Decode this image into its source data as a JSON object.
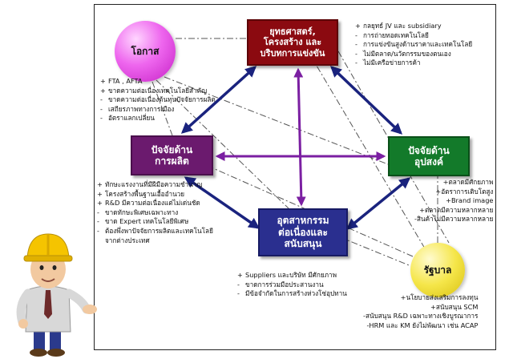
{
  "colors": {
    "strategy": "#8b0a10",
    "production": "#6b1a6e",
    "demand": "#137a2a",
    "industry": "#2a2f8f",
    "opportunity": "#e04fe0",
    "government": "#f2e23a",
    "arrow_blue": "#1a237e",
    "arrow_purple": "#7b1fa2"
  },
  "boxes": {
    "strategy": {
      "line1": "ยุทธศาสตร์,",
      "line2": "โครงสร้าง และ",
      "line3": "บริบทการแข่งขัน"
    },
    "production": {
      "line1": "ปัจจัยด้าน",
      "line2": "การผลิต"
    },
    "demand": {
      "line1": "ปัจจัยด้าน",
      "line2": "อุปสงค์"
    },
    "industry": {
      "line1": "อุตสาหกรรม",
      "line2": "ต่อเนื่องและ",
      "line3": "สนับสนุน"
    }
  },
  "circles": {
    "opportunity": "โอกาส",
    "government": "รัฐบาล"
  },
  "lists": {
    "strategy": [
      {
        "bullet": "+",
        "text": "กลยุทธ์ JV และ subsidiary"
      },
      {
        "bullet": "-",
        "text": "การถ่ายทอดเทคโนโลยี"
      },
      {
        "bullet": "-",
        "text": "การแข่งขันสูงด้านราคาและเทคโนโลยี"
      },
      {
        "bullet": "-",
        "text": "ไม่มีตลาด/นวัตกรรมของตนเอง"
      },
      {
        "bullet": "-",
        "text": "ไม่มีเครือข่ายการค้า"
      }
    ],
    "opportunity": [
      {
        "bullet": "+",
        "text": "FTA , AFTA"
      },
      {
        "bullet": "+",
        "text": "ขาดความต่อเนื่องเทคโนโลยีสำคัญ"
      },
      {
        "bullet": "-",
        "text": "ขาดความต่อเนื่องต้นทุนปัจจัยการผลิต"
      },
      {
        "bullet": "-",
        "text": "เสถียรภาพทางการเมือง"
      },
      {
        "bullet": "-",
        "text": "อัตราแลกเปลี่ยน"
      }
    ],
    "production": [
      {
        "bullet": "+",
        "text": "ทักษะแรงงานที่มีฝีมือความชำนาญ"
      },
      {
        "bullet": "+",
        "text": "โครงสร้างพื้นฐานเอื้ออำนวย"
      },
      {
        "bullet": "+",
        "text": "R&D มีความต่อเนื่องแต่ไม่เด่นชัด"
      },
      {
        "bullet": "-",
        "text": "ขาดทักษะพิเศษเฉพาะทาง"
      },
      {
        "bullet": "-",
        "text": "ขาด Expert เทคโนโลยีพิเศษ"
      },
      {
        "bullet": "-",
        "text": "ต้องพึ่งพาปัจจัยการผลิตและเทคโนโลยี"
      },
      {
        "bullet": "",
        "text": "จากต่างประเทศ"
      }
    ],
    "demand": [
      {
        "bullet": "+",
        "text": "ตลาดมีศักยภาพ"
      },
      {
        "bullet": "+",
        "text": "อัตราการเติบโตสูง"
      },
      {
        "bullet": "+",
        "text": "Brand image"
      },
      {
        "bullet": "+",
        "text": "ตลาดมีความหลากหลาย"
      },
      {
        "bullet": "-",
        "text": "สินค้าไม่มีความหลากหลาย"
      }
    ],
    "industry": [
      {
        "bullet": "+",
        "text": "Suppliers และบริษัท มีศักยภาพ"
      },
      {
        "bullet": "-",
        "text": "ขาดการร่วมมือประสานงาน"
      },
      {
        "bullet": "-",
        "text": "มีข้อจำกัดในการสร้างห่วงโซ่อุปทาน"
      }
    ],
    "government": [
      {
        "bullet": "+",
        "text": "นโยบายส่งเสริมการลงทุน"
      },
      {
        "bullet": "+",
        "text": "สนับสนุน SCM"
      },
      {
        "bullet": "-",
        "text": "สนับสนุน R&D เฉพาะทางเชิงบูรณาการ"
      },
      {
        "bullet": "-",
        "text": "HRM และ KM ยังไม่พัฒนา เช่น ACAP"
      }
    ]
  }
}
